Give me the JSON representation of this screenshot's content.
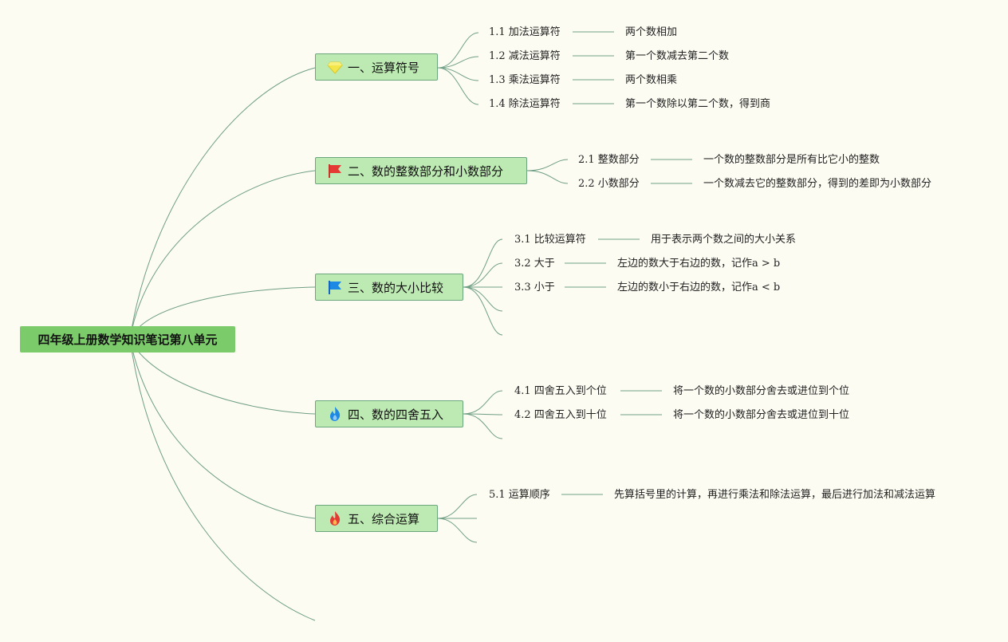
{
  "root": {
    "title": "四年级上册数学知识笔记第八单元"
  },
  "topics": [
    {
      "title": "一、运算符号",
      "icon": "diamond-icon",
      "items": [
        {
          "label": "1.1 加法运算符",
          "desc": "两个数相加"
        },
        {
          "label": "1.2 减法运算符",
          "desc": "第一个数减去第二个数"
        },
        {
          "label": "1.3 乘法运算符",
          "desc": "两个数相乘"
        },
        {
          "label": "1.4 除法运算符",
          "desc": "第一个数除以第二个数，得到商"
        }
      ]
    },
    {
      "title": "二、数的整数部分和小数部分",
      "icon": "red-flag-icon",
      "items": [
        {
          "label": "2.1 整数部分",
          "desc": "一个数的整数部分是所有比它小的整数"
        },
        {
          "label": "2.2 小数部分",
          "desc": "一个数减去它的整数部分，得到的差即为小数部分"
        }
      ]
    },
    {
      "title": "三、数的大小比较",
      "icon": "blue-flag-icon",
      "items": [
        {
          "label": "3.1 比较运算符",
          "desc": "用于表示两个数之间的大小关系"
        },
        {
          "label": "3.2 大于",
          "desc": "左边的数大于右边的数，记作a > b"
        },
        {
          "label": "3.3 小于",
          "desc": "左边的数小于右边的数，记作a < b"
        }
      ]
    },
    {
      "title": "四、数的四舍五入",
      "icon": "blue-flame-icon",
      "items": [
        {
          "label": "4.1 四舍五入到个位",
          "desc": "将一个数的小数部分舍去或进位到个位"
        },
        {
          "label": "4.2 四舍五入到十位",
          "desc": "将一个数的小数部分舍去或进位到十位"
        }
      ]
    },
    {
      "title": "五、综合运算",
      "icon": "red-flame-icon",
      "items": [
        {
          "label": "5.1 运算顺序",
          "desc": "先算括号里的计算，再进行乘法和除法运算，最后进行加法和减法运算"
        }
      ]
    }
  ],
  "colors": {
    "background": "#fdfcf3",
    "root_fill": "#7ccb6b",
    "topic_fill": "#bde9b2",
    "connector": "#6f9f84"
  }
}
